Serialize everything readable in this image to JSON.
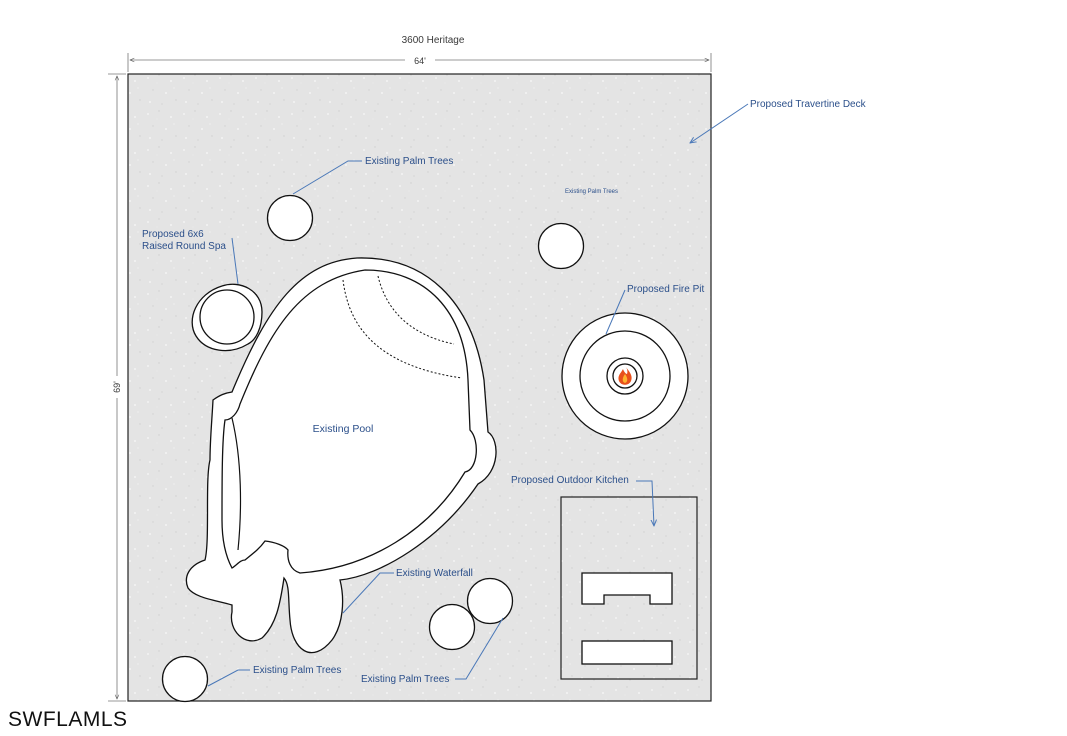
{
  "title": "3600 Heritage",
  "dimensions": {
    "width": "64'",
    "height": "69'"
  },
  "labels": {
    "travertine_deck": "Proposed Travertine Deck",
    "palm_trees_top": "Existing Palm Trees",
    "palm_trees_top_right": "Existing Palm Trees",
    "spa_line1": "Proposed 6x6",
    "spa_line2": "Raised Round Spa",
    "fire_pit": "Proposed Fire Pit",
    "pool": "Existing Pool",
    "outdoor_kitchen": "Proposed Outdoor Kitchen",
    "waterfall": "Existing Waterfall",
    "palm_trees_bottom_left": "Existing Palm Trees",
    "palm_trees_bottom_right": "Existing Palm Trees"
  },
  "watermark": "SWFLAMLS",
  "colors": {
    "label": "#2b4f8a",
    "leader": "#4a78b8",
    "deck": "#e6e6e6",
    "outline": "#111111",
    "fire": "#e8501c"
  },
  "icons": [
    "fire-icon"
  ]
}
